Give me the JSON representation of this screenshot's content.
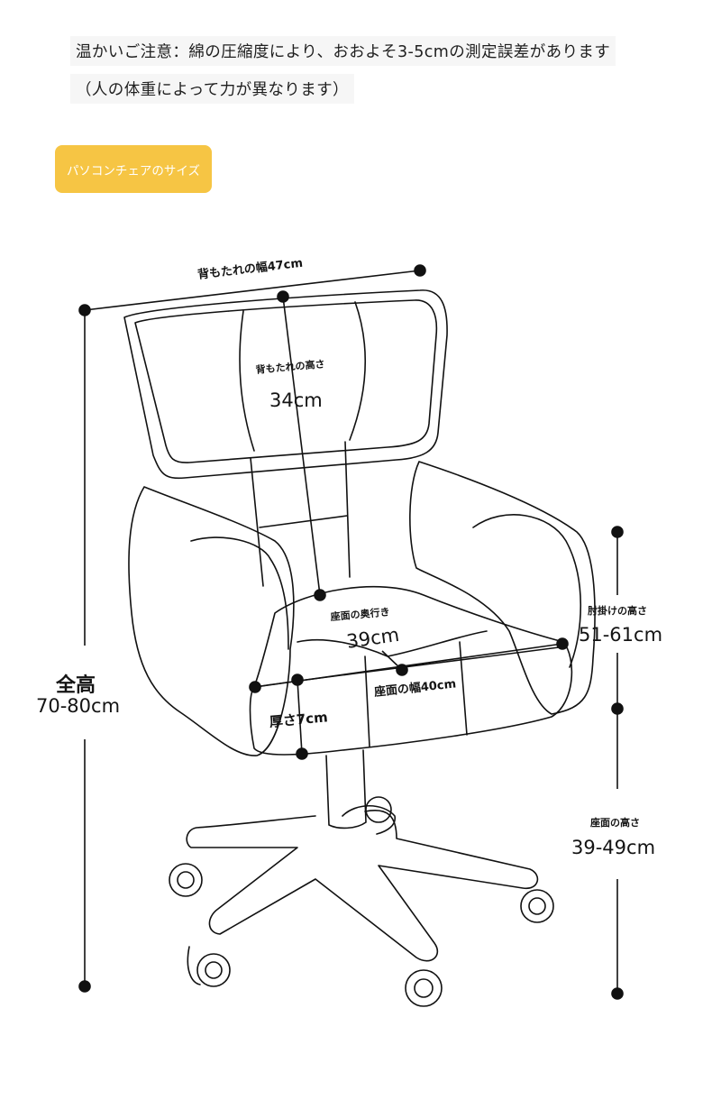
{
  "notice": {
    "line1": "温かいご注意：綿の圧縮度により、おおよそ3-5cmの測定誤差があります",
    "line2": "（人の体重によって力が異なります）"
  },
  "section_badge": "パソコンチェアのサイズ",
  "dimensions": {
    "back_width": "背もたれの幅47cm",
    "back_height_label": "背もたれの高さ",
    "back_height_value": "34cm",
    "seat_depth_label": "座面の奥行き",
    "seat_depth_value": "39cm",
    "seat_width": "座面の幅40cm",
    "thickness": "厚さ7cm",
    "armrest_height_label": "肘掛けの高さ",
    "armrest_height_value": "51-61cm",
    "seat_height_label": "座面の高さ",
    "seat_height_value": "39-49cm",
    "total_height_label": "全高",
    "total_height_value": "70-80cm"
  },
  "colors": {
    "badge": "#f6c544",
    "line": "#111111"
  }
}
